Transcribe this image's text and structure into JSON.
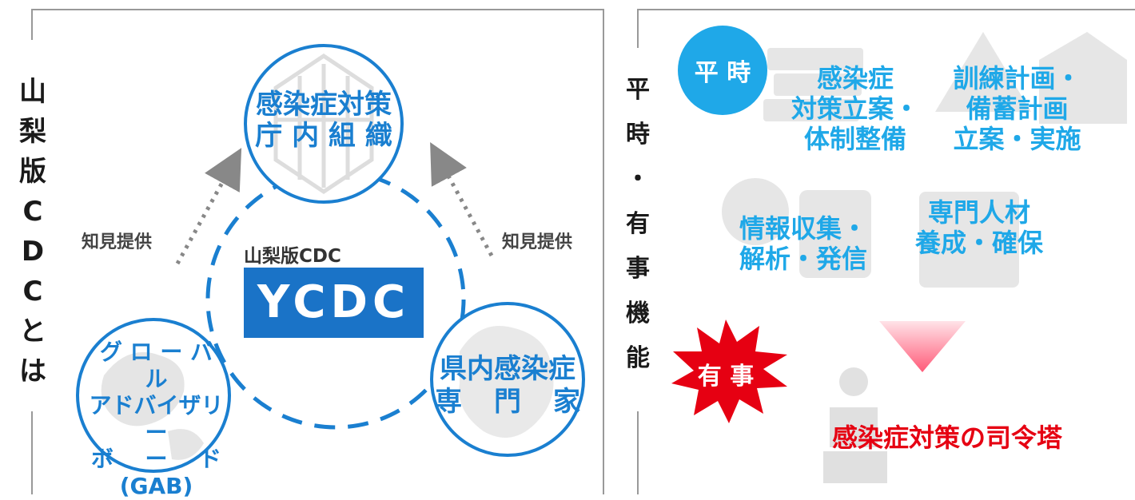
{
  "left_panel": {
    "title_chars": [
      "山",
      "梨",
      "版",
      "C",
      "D",
      "C",
      "と",
      "は"
    ],
    "top_circle": {
      "lines": [
        "感染症対策",
        "庁 内 組 織"
      ]
    },
    "left_circle": {
      "line1": "グ ロ ー バ ル",
      "line2": "アドバイザリー",
      "line3_chars": [
        "ボ",
        "ー",
        "ド"
      ],
      "line4": "(GAB)"
    },
    "right_circle": {
      "line1": "県内感染症",
      "line2_chars": [
        "専",
        "門",
        "家"
      ]
    },
    "center": {
      "small_label": "山梨版CDC",
      "badge": "YCDC"
    },
    "arrow_left_label": "知見提供",
    "arrow_right_label": "知見提供"
  },
  "right_panel": {
    "title_chars": [
      "平",
      "時",
      "・",
      "有",
      "事",
      "機",
      "能"
    ],
    "peacetime_badge": "平 時",
    "emergency_badge": "有 事",
    "items": [
      {
        "lines": [
          "感染症",
          "対策立案・",
          "体制整備"
        ]
      },
      {
        "lines": [
          "訓練計画・",
          "備蓄計画",
          "立案・実施"
        ]
      },
      {
        "lines": [
          "情報収集・",
          "解析・発信"
        ]
      },
      {
        "lines": [
          "専門人材",
          "養成・確保"
        ]
      }
    ],
    "command_label": "感染症対策の司令塔"
  },
  "colors": {
    "primary_blue": "#1a7fd0",
    "cyan": "#1fa8e8",
    "red": "#e60012",
    "badge_blue": "#1a73c7"
  }
}
